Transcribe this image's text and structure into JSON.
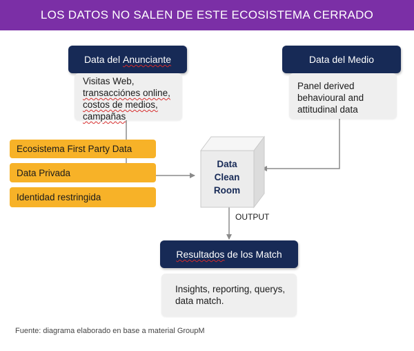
{
  "banner": {
    "title": "LOS DATOS NO SALEN DE ESTE ECOSISTEMA CERRADO"
  },
  "advertiser": {
    "header_prefix": "Data del ",
    "header_word": "Anunciante",
    "lines": [
      "Visitas Web,",
      "transacciónes online,",
      "costos de medios,",
      "campañas"
    ]
  },
  "media": {
    "header": "Data del Medio",
    "lines": [
      "Panel derived",
      "behavioural and",
      "attitudinal data"
    ]
  },
  "first_party": [
    "Ecosistema First Party Data",
    "Data Privada",
    "Identidad restringida"
  ],
  "clean_room": {
    "line1": "Data",
    "line2": "Clean",
    "line3": "Room"
  },
  "output_label": "OUTPUT",
  "results": {
    "header_word": "Resultados",
    "header_suffix": " de los Match",
    "lines": [
      "Insights, reporting, querys,",
      "data match."
    ]
  },
  "footnote": "Fuente: diagrama elaborado en base a material GroupM",
  "colors": {
    "banner": "#7b2fa6",
    "dark_box": "#172a56",
    "orange": "#f7b228",
    "grey": "#efefef",
    "cube_front": "#ececec"
  }
}
